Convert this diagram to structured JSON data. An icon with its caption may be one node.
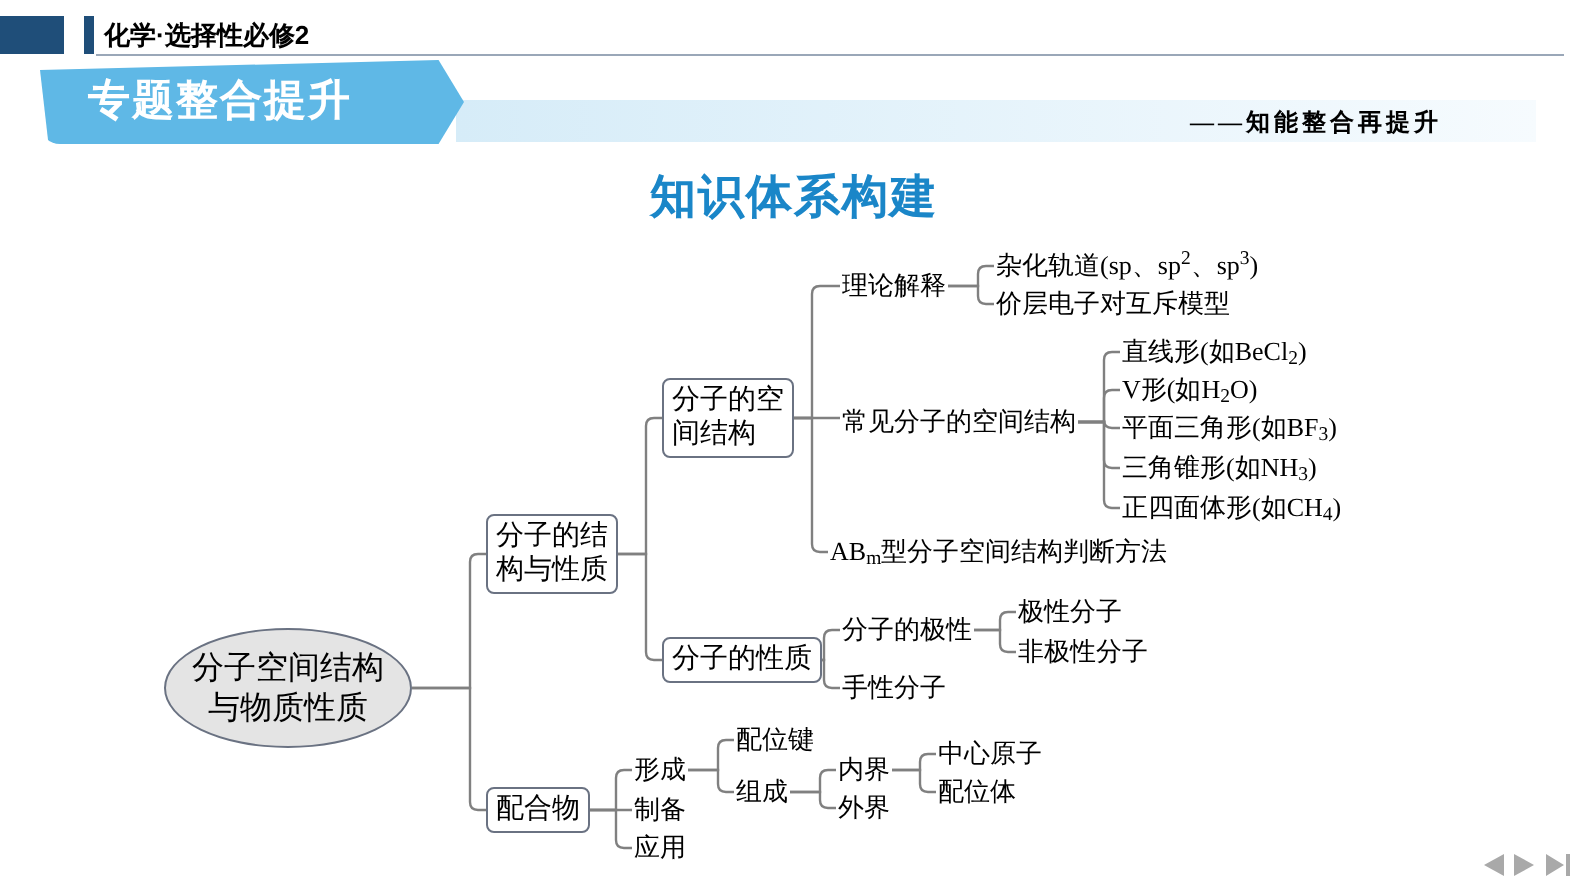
{
  "diagram": {
    "title": "知识体系构建",
    "nodes": [
      {
        "text": [
          "分子空间结构与物质性质"
        ]
      },
      {
        "text": [
          "分子的结构与性质"
        ]
      },
      {
        "text": [
          "配合物"
        ]
      },
      {
        "text": [
          "分子的空间结构"
        ]
      },
      {
        "text": [
          "分子的性质"
        ]
      },
      {
        "text": [
          "理论解释"
        ]
      },
      {
        "text": [
          "常见分子的空间结构"
        ]
      },
      {
        "text": [
          "AB$_{m}$型分子空间结构判断方法"
        ]
      },
      {
        "text": [
          "杂化轨道(sp、sp$^{2}$、sp$^{3}$)"
        ]
      },
      {
        "text": [
          "价层电子对互斥模型"
        ]
      },
      {
        "text": [
          "直线形(如BeCl$_{2}$)"
        ]
      },
      {
        "text": [
          "V形(如H$_{2}$O)"
        ]
      },
      {
        "text": [
          "平面三角形(如BF$_{3}$)"
        ]
      },
      {
        "text": [
          "三角锥形(如NH$_{3}$)"
        ]
      },
      {
        "text": [
          "正四面体形(如CH$_{4}$)"
        ]
      },
      {
        "text": [
          "分子的极性"
        ]
      },
      {
        "text": [
          "手性分子"
        ]
      },
      {
        "text": [
          "极性分子"
        ]
      },
      {
        "text": [
          "非极性分子"
        ]
      },
      {
        "text": [
          "形成"
        ]
      },
      {
        "text": [
          "制备"
        ]
      },
      {
        "text": [
          "应用"
        ]
      },
      {
        "text": [
          "配位键"
        ]
      },
      {
        "text": [
          "组成"
        ]
      },
      {
        "text": [
          "内界"
        ]
      },
      {
        "text": [
          "外界"
        ]
      },
      {
        "text": [
          "中心原子"
        ]
      },
      {
        "text": [
          "配位体"
        ]
      }
    ],
    "edges": [
      {
        "from": 0,
        "to": 1,
        "arrow": "none"
      },
      {
        "from": 0,
        "to": 2,
        "arrow": "none"
      },
      {
        "from": 1,
        "to": 3,
        "arrow": "none"
      },
      {
        "from": 1,
        "to": 4,
        "arrow": "none"
      },
      {
        "from": 3,
        "to": 5,
        "arrow": "none"
      },
      {
        "from": 3,
        "to": 6,
        "arrow": "none"
      },
      {
        "from": 3,
        "to": 7,
        "arrow": "none"
      },
      {
        "from": 5,
        "to": 8,
        "arrow": "none"
      },
      {
        "from": 5,
        "to": 9,
        "arrow": "none"
      },
      {
        "from": 6,
        "to": 10,
        "arrow": "none"
      },
      {
        "from": 6,
        "to": 11,
        "arrow": "none"
      },
      {
        "from": 6,
        "to": 12,
        "arrow": "none"
      },
      {
        "from": 6,
        "to": 13,
        "arrow": "none"
      },
      {
        "from": 6,
        "to": 14,
        "arrow": "none"
      },
      {
        "from": 4,
        "to": 15,
        "arrow": "none"
      },
      {
        "from": 4,
        "to": 16,
        "arrow": "none"
      },
      {
        "from": 15,
        "to": 17,
        "arrow": "none"
      },
      {
        "from": 15,
        "to": 18,
        "arrow": "none"
      },
      {
        "from": 2,
        "to": 19,
        "arrow": "none"
      },
      {
        "from": 2,
        "to": 20,
        "arrow": "none"
      },
      {
        "from": 2,
        "to": 21,
        "arrow": "none"
      },
      {
        "from": 19,
        "to": 22,
        "arrow": "none"
      },
      {
        "from": 19,
        "to": 23,
        "arrow": "none"
      },
      {
        "from": 23,
        "to": 24,
        "arrow": "none"
      },
      {
        "from": 23,
        "to": 25,
        "arrow": "none"
      },
      {
        "from": 24,
        "to": 26,
        "arrow": "none"
      },
      {
        "from": 24,
        "to": 27,
        "arrow": "none"
      }
    ],
    "labels": [
      "化学·选择性必修2",
      "专题整合提升",
      "——知能整合再提升"
    ]
  }
}
